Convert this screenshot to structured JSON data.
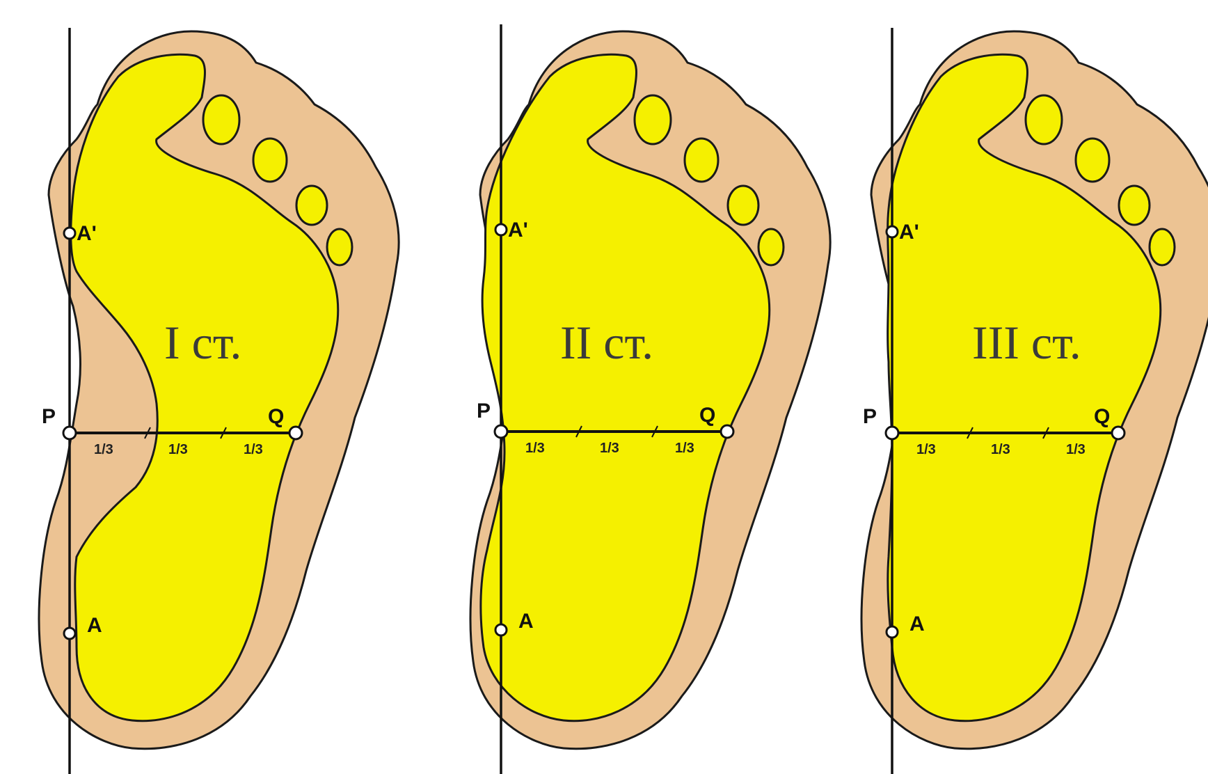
{
  "colors": {
    "outer_sole": "#ecc393",
    "inner_print": "#f5f000",
    "outline": "#1a1a1a",
    "background": "#ffffff"
  },
  "labels": {
    "point_a_prime": "A'",
    "point_p": "P",
    "point_q": "Q",
    "point_a": "A",
    "third": "1/3"
  },
  "panels": [
    {
      "degree_label": "I ст."
    },
    {
      "degree_label": "II ст."
    },
    {
      "degree_label": "III ст."
    }
  ]
}
